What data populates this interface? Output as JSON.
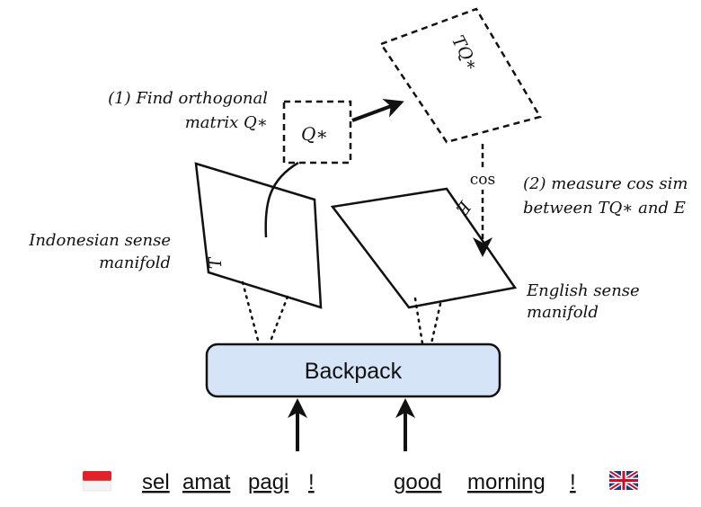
{
  "annotations": {
    "find_line1": "(1) Find orthogonal",
    "find_line2_prefix": "matrix ",
    "q_star": "Q∗",
    "tq_star": "TQ∗",
    "cos": "cos",
    "measure_line1": "(2) measure cos sim",
    "measure_line2_prefix": "between ",
    "measure_line2_mid": " and ",
    "e_label": "E",
    "t_label": "T",
    "indonesian_line1": "Indonesian sense",
    "indonesian_line2": "manifold",
    "english_line1": "English sense",
    "english_line2": "manifold"
  },
  "model": {
    "label": "Backpack",
    "fill": "#d6e4f7",
    "stroke": "#111111"
  },
  "inputs": {
    "indonesian_flag": "indonesia-flag-icon",
    "indonesian_tokens": [
      "sel",
      "amat",
      "pagi",
      "!"
    ],
    "english_tokens": [
      "good",
      "morning",
      "!"
    ],
    "english_flag": "uk-flag-icon"
  }
}
